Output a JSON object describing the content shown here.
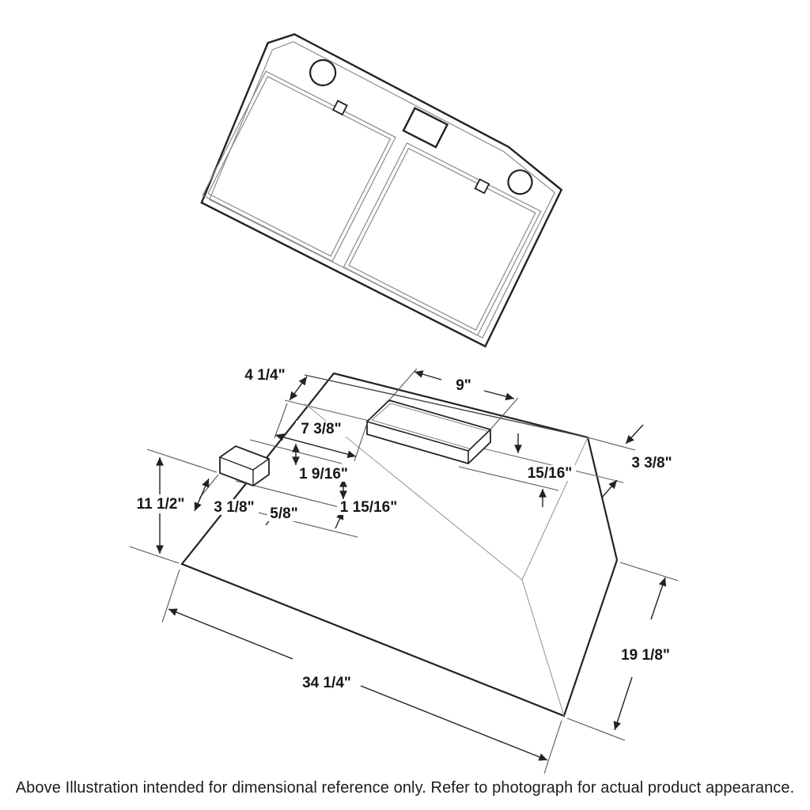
{
  "dims": [
    "4 1/4\"",
    "9\"",
    "7 3/8\"",
    "1 9/16\"",
    "15/16\"",
    "3 3/8\"",
    "11 1/2\"",
    "3 1/8\"",
    "5/8\"",
    "1 15/16\"",
    "34 1/4\"",
    "19 1/8\""
  ],
  "caption": {
    "text": "Above Illustration intended for dimensional reference only. Refer to photograph for actual product appearance."
  }
}
